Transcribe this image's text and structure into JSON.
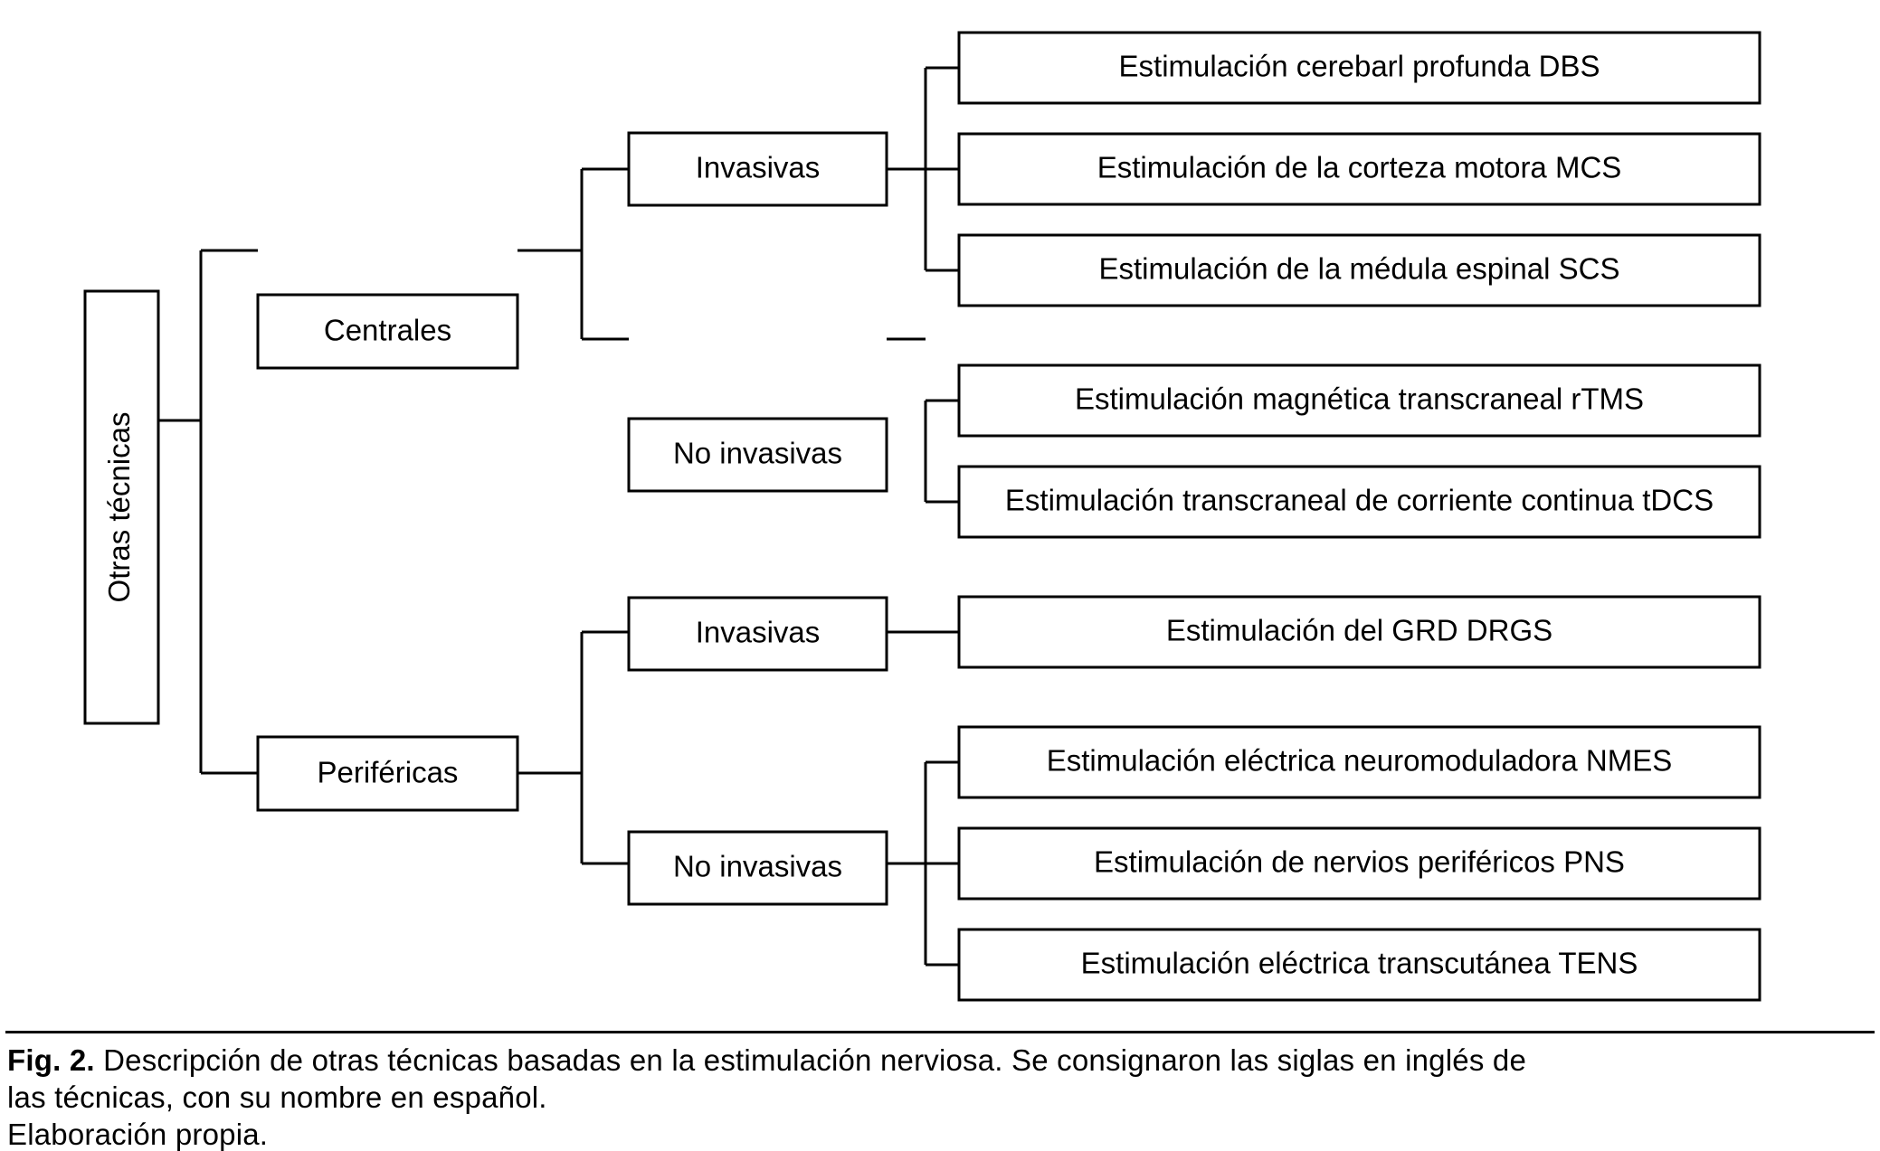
{
  "figure": {
    "root": {
      "label": "Otras técnicas",
      "orientation": "vertical"
    },
    "branches": [
      {
        "label": "Centrales",
        "groups": [
          {
            "label": "Invasivas",
            "leaves": [
              "Estimulación cerebarl profunda DBS",
              "Estimulación de la corteza motora MCS",
              "Estimulación de la médula espinal SCS"
            ]
          },
          {
            "label": "No invasivas",
            "leaves": [
              "Estimulación magnética transcraneal rTMS",
              "Estimulación transcraneal de corriente continua tDCS"
            ]
          }
        ]
      },
      {
        "label": "Periféricas",
        "groups": [
          {
            "label": "Invasivas",
            "leaves": [
              "Estimulación del GRD DRGS"
            ]
          },
          {
            "label": "No invasivas",
            "leaves": [
              "Estimulación eléctrica neuromoduladora NMES",
              "Estimulación de nervios periféricos PNS",
              "Estimulación eléctrica transcutánea TENS"
            ]
          }
        ]
      }
    ]
  },
  "caption": {
    "figure_number": "Fig. 2.",
    "line1": "Descripción de otras técnicas basadas en la estimulación nerviosa. Se consignaron las siglas en inglés de",
    "line2": "las técnicas, con su nombre en español.",
    "line3": "Elaboración propia."
  },
  "colors": {
    "stroke": "#000000",
    "fill": "#ffffff",
    "text": "#000000"
  }
}
